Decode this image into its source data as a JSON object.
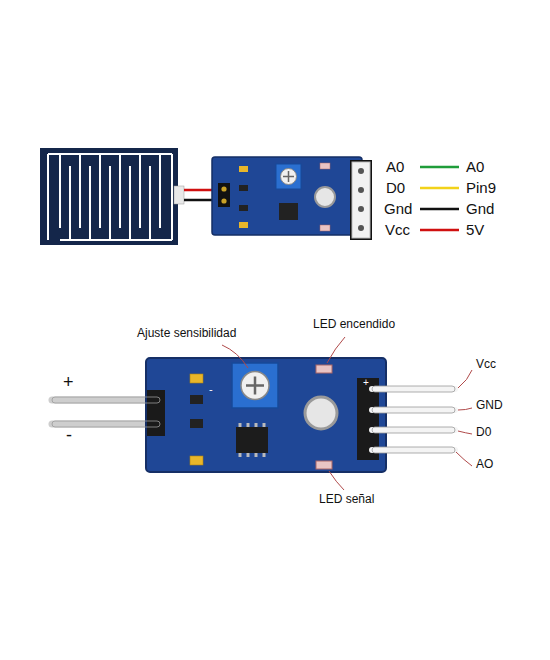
{
  "diagram": {
    "labels": [
      "A0",
      "A0",
      "D0",
      "Pin9",
      "Gnd",
      "Gnd",
      "Vcc",
      "5V",
      "Ajuste sensibilidad",
      "LED encendido",
      "+",
      "+",
      "Vcc",
      "-",
      "GND",
      "-",
      "D0",
      "LED señal",
      "AO"
    ]
  }
}
